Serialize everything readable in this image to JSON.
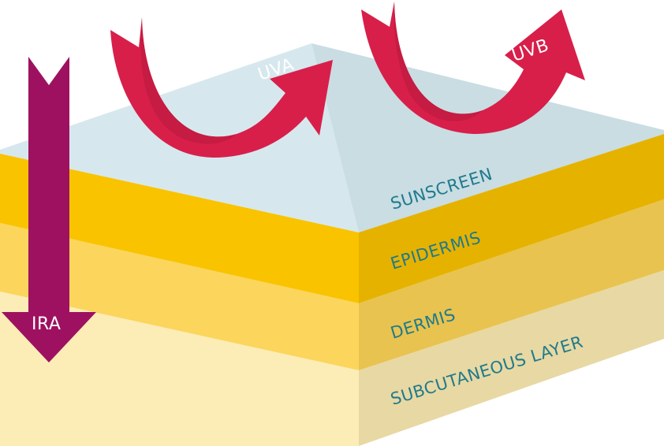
{
  "diagram": {
    "layers": [
      {
        "name": "SUNSCREEN",
        "front_color": "#dcecf1",
        "side_color": "#c4d8de"
      },
      {
        "name": "EPIDERMIS",
        "front_color": "#f9c300",
        "side_color": "#e6b200"
      },
      {
        "name": "DERMIS",
        "front_color": "#fbd55c",
        "side_color": "#e8c34f"
      },
      {
        "name": "SUBCUTANEOUS LAYER",
        "front_color": "#fcecb6",
        "side_color": "#e8d8a3"
      }
    ],
    "rays": [
      {
        "label": "UVA",
        "color": "#d81f4a",
        "behavior": "reflected"
      },
      {
        "label": "UVB",
        "color": "#d81f4a",
        "behavior": "reflected"
      },
      {
        "label": "IRA",
        "color": "#9e1160",
        "behavior": "penetrates"
      }
    ],
    "colors": {
      "label_text": "#1f7a8c",
      "sunscreen_top": "#d6e8ee",
      "sunscreen_top_right": "#c9dde3"
    }
  }
}
